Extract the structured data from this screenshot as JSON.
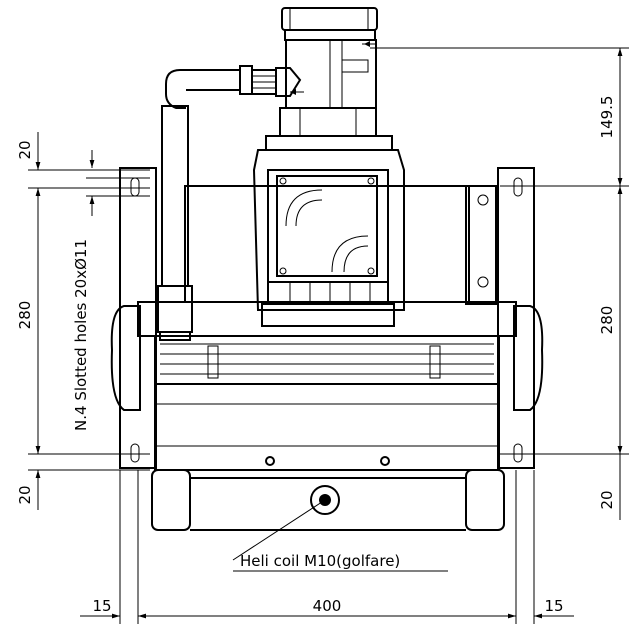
{
  "dimensions": {
    "top_right_height": "149.5",
    "left_top_offset": "20",
    "left_height": "280",
    "left_bottom_offset": "20",
    "right_height": "280",
    "right_bottom_offset": "20",
    "bottom_left_margin": "15",
    "bottom_width": "400",
    "bottom_right_margin": "15"
  },
  "notes": {
    "slotted_holes": "N.4 Slotted holes 20xØ11",
    "heli_coil": "Heli coil M10(golfare)"
  }
}
